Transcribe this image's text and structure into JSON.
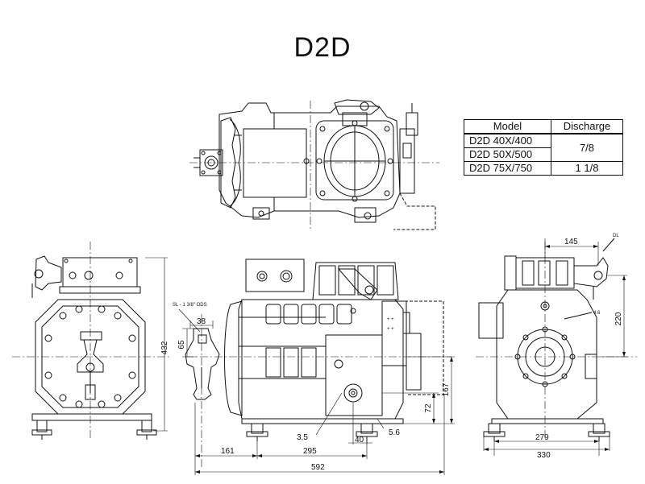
{
  "title": "D2D",
  "table": {
    "headers": [
      "Model",
      "Discharge"
    ],
    "rows": [
      {
        "model": "D2D 40X/400",
        "discharge": "7/8"
      },
      {
        "model": "D2D 50X/500",
        "discharge": ""
      },
      {
        "model": "D2D 75X/750",
        "discharge": "1 1/8"
      }
    ]
  },
  "dimensions": {
    "front_height": "432",
    "sl_label": "SL - 1 3/8\" ODS",
    "sl_offset": "38",
    "sl_height": "65",
    "d161": "161",
    "d295": "295",
    "d592": "592",
    "d3_5": "3.5",
    "d40": "40",
    "d5_6": "5.6",
    "d72": "72",
    "d167": "167",
    "d145": "145",
    "dl": "DL",
    "d4_6": "4.6",
    "d220": "220",
    "d279": "279",
    "d330": "330"
  }
}
